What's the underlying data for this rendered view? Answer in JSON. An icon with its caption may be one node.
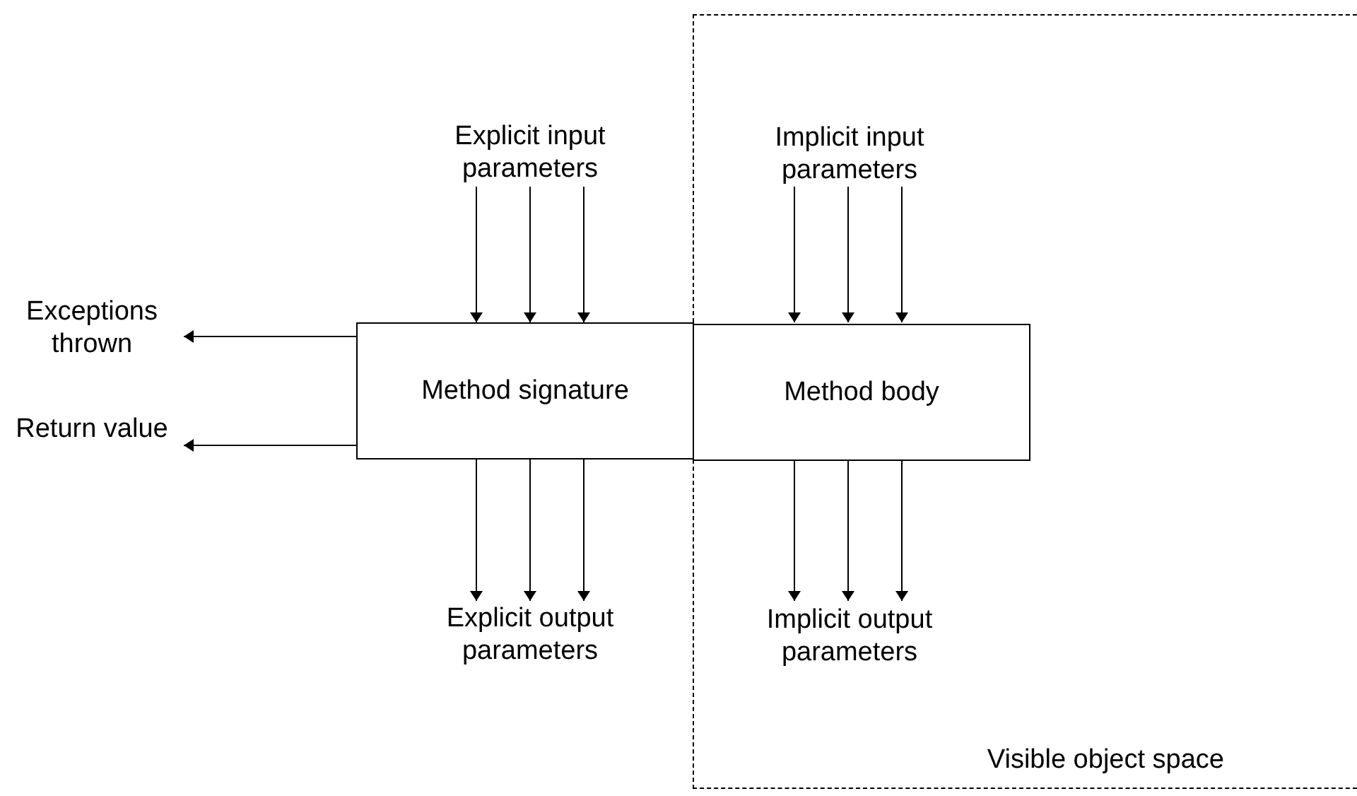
{
  "diagram": {
    "nodes": [
      {
        "text": [
          "Visible object space"
        ]
      },
      {
        "text": [
          "Explicit input parameters"
        ]
      },
      {
        "text": [
          "Implicit input parameters"
        ],
        "in": 0
      },
      {
        "text": [
          "Exceptions thrown"
        ]
      },
      {
        "text": [
          "Method signature"
        ]
      },
      {
        "text": [
          "Method body"
        ],
        "in": 0
      },
      {
        "text": [
          "Return value"
        ]
      },
      {
        "text": [
          "Explicit output parameters"
        ]
      },
      {
        "text": [
          "Implicit output parameters"
        ],
        "in": 0
      }
    ],
    "edges": [
      {
        "from": 1,
        "to": 4,
        "arrow": "to"
      },
      {
        "from": 1,
        "to": 4,
        "arrow": "to"
      },
      {
        "from": 1,
        "to": 4,
        "arrow": "to"
      },
      {
        "from": 2,
        "to": 5,
        "arrow": "to"
      },
      {
        "from": 2,
        "to": 5,
        "arrow": "to"
      },
      {
        "from": 2,
        "to": 5,
        "arrow": "to"
      },
      {
        "from": 4,
        "to": 3,
        "arrow": "to"
      },
      {
        "from": 4,
        "to": 6,
        "arrow": "to"
      },
      {
        "from": 4,
        "to": 7,
        "arrow": "to"
      },
      {
        "from": 4,
        "to": 7,
        "arrow": "to"
      },
      {
        "from": 4,
        "to": 7,
        "arrow": "to"
      },
      {
        "from": 5,
        "to": 8,
        "arrow": "to"
      },
      {
        "from": 5,
        "to": 8,
        "arrow": "to"
      },
      {
        "from": 5,
        "to": 8,
        "arrow": "to"
      }
    ]
  }
}
